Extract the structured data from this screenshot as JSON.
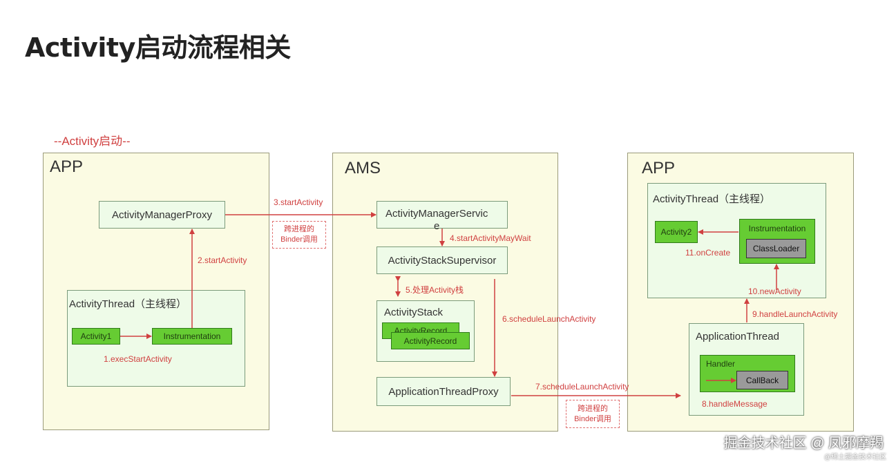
{
  "title": "Activity启动流程相关",
  "caption": "--Activity启动--",
  "panels": {
    "app_left": "APP",
    "ams": "AMS",
    "app_right": "APP"
  },
  "left": {
    "activity_manager_proxy": "ActivityManagerProxy",
    "activity_thread_title": "ActivityThread（主线程）",
    "activity1": "Activity1",
    "instrumentation": "Instrumentation"
  },
  "ams": {
    "activity_manager_service": "ActivityManagerServic\ne",
    "activity_stack_supervisor": "ActivityStackSupervisor",
    "activity_stack_title": "ActivityStack",
    "activity_record_back": "ActivityRecord",
    "activity_record_front": "ActivityRecord",
    "application_thread_proxy": "ApplicationThreadProxy"
  },
  "right": {
    "activity_thread_title": "ActivityThread（主线程）",
    "activity2": "Activity2",
    "instrumentation": "Instrumentation",
    "class_loader": "ClassLoader",
    "application_thread_title": "ApplicationThread",
    "handler": "Handler",
    "callback": "CallBack"
  },
  "steps": {
    "s1": "1.execStartActivity",
    "s2": "2.startActivity",
    "s3": "3.startActivity",
    "s4": "4.startActivityMayWait",
    "s5": "5.处理Activity栈",
    "s6": "6.scheduleLaunchActivity",
    "s7": "7.scheduleLaunchActivity",
    "s8": "8.handleMessage",
    "s9": "9.handleLaunchActivity",
    "s10": "10.newActivity",
    "s11": "11.onCreate"
  },
  "binder_note_1": {
    "line1": "跨进程的",
    "line2": "Binder调用"
  },
  "binder_note_2": {
    "line1": "跨进程的",
    "line2": "Binder调用"
  },
  "watermark": "掘金技术社区 @ 凤邪摩羯",
  "watermark_small": "@稀土掘金技术社区",
  "colors": {
    "arrow": "#d04040",
    "green_box": "#66cc33",
    "panel_bg": "#fbfbe3",
    "box_bg": "#eefbe8"
  }
}
